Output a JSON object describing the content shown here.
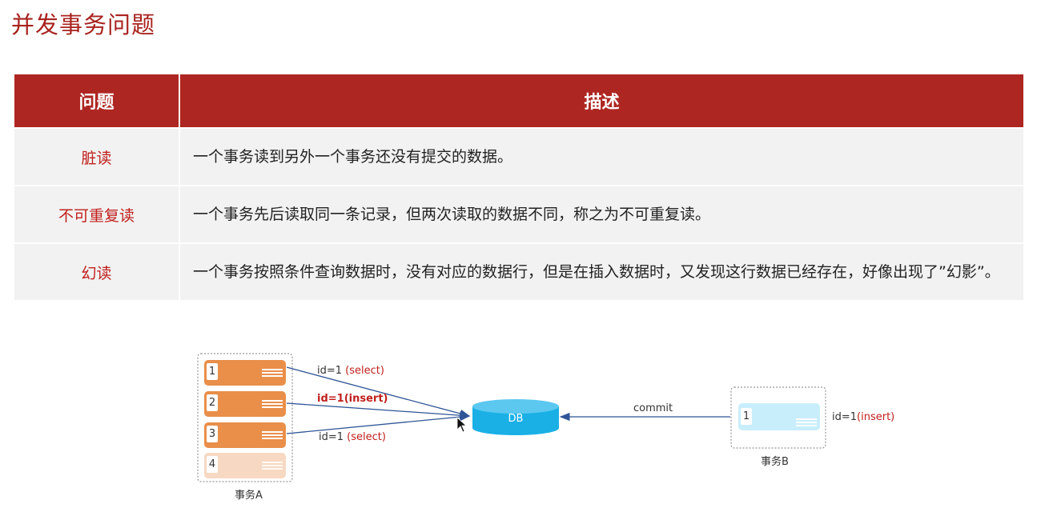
{
  "title": "并发事务问题",
  "table": {
    "headers": [
      "问题",
      "描述"
    ],
    "rows": [
      {
        "name": "脏读",
        "desc": "一个事务读到另外一个事务还没有提交的数据。"
      },
      {
        "name": "不可重复读",
        "desc": "一个事务先后读取同一条记录，但两次读取的数据不同，称之为不可重复读。"
      },
      {
        "name": "幻读",
        "desc": "一个事务按照条件查询数据时，没有对应的数据行，但是在插入数据时，又发现这行数据已经存在，好像出现了”幻影”。"
      }
    ]
  },
  "diagram": {
    "tx_a": {
      "label": "事务A",
      "steps": [
        "1",
        "2",
        "3",
        "4"
      ]
    },
    "tx_b": {
      "label": "事务B",
      "step": "1",
      "note_prefix": "id=1",
      "note_suffix": "(insert)"
    },
    "db_label": "DB",
    "commit_label": "commit",
    "arrows": [
      {
        "prefix": "id=1 ",
        "suffix": "(select)"
      },
      {
        "full": "id=1(insert)"
      },
      {
        "prefix": "id=1 ",
        "suffix": "(select)"
      }
    ],
    "colors": {
      "brand_red": "#ae2622",
      "step_orange": "#e98f4a",
      "db_blue": "#1ab0e6",
      "arrow": "#2f5597"
    }
  }
}
